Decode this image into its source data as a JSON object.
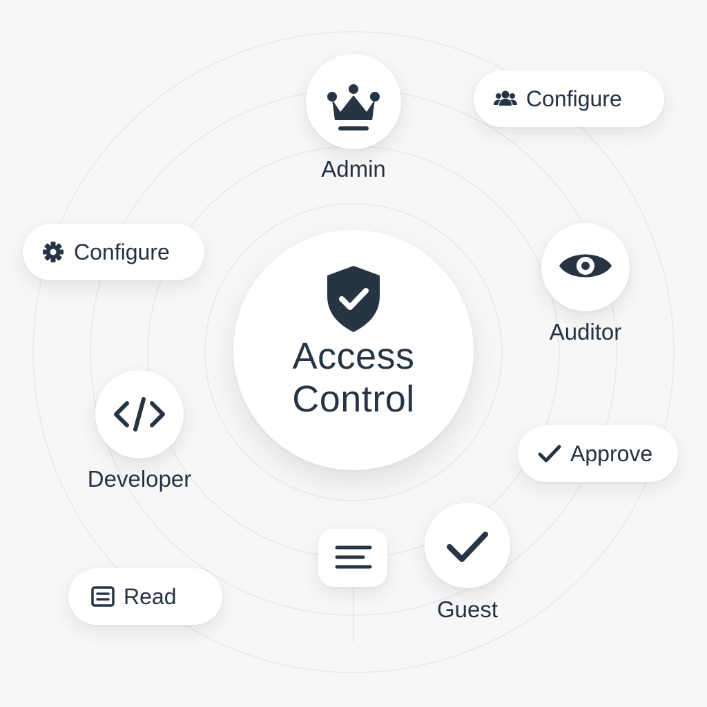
{
  "center": {
    "title_line1": "Access",
    "title_line2": "Control",
    "icon": "shield-check-icon"
  },
  "roles": {
    "admin": {
      "label": "Admin",
      "icon": "crown-icon"
    },
    "auditor": {
      "label": "Auditor",
      "icon": "eye-icon"
    },
    "developer": {
      "label": "Developer",
      "icon": "code-icon"
    },
    "guest": {
      "label": "Guest",
      "icon": "checkmark-icon"
    }
  },
  "permissions": {
    "configure_top": {
      "label": "Configure",
      "icon": "users-icon"
    },
    "configure_left": {
      "label": "Configure",
      "icon": "gear-icon"
    },
    "approve": {
      "label": "Approve",
      "icon": "checkmark-icon"
    },
    "read": {
      "label": "Read",
      "icon": "document-icon"
    }
  },
  "extra_node": {
    "icon": "text-lines-icon"
  },
  "colors": {
    "ink": "#253241",
    "background": "#f7f7f8",
    "card": "#ffffff",
    "ring": "#e6e7ea"
  }
}
